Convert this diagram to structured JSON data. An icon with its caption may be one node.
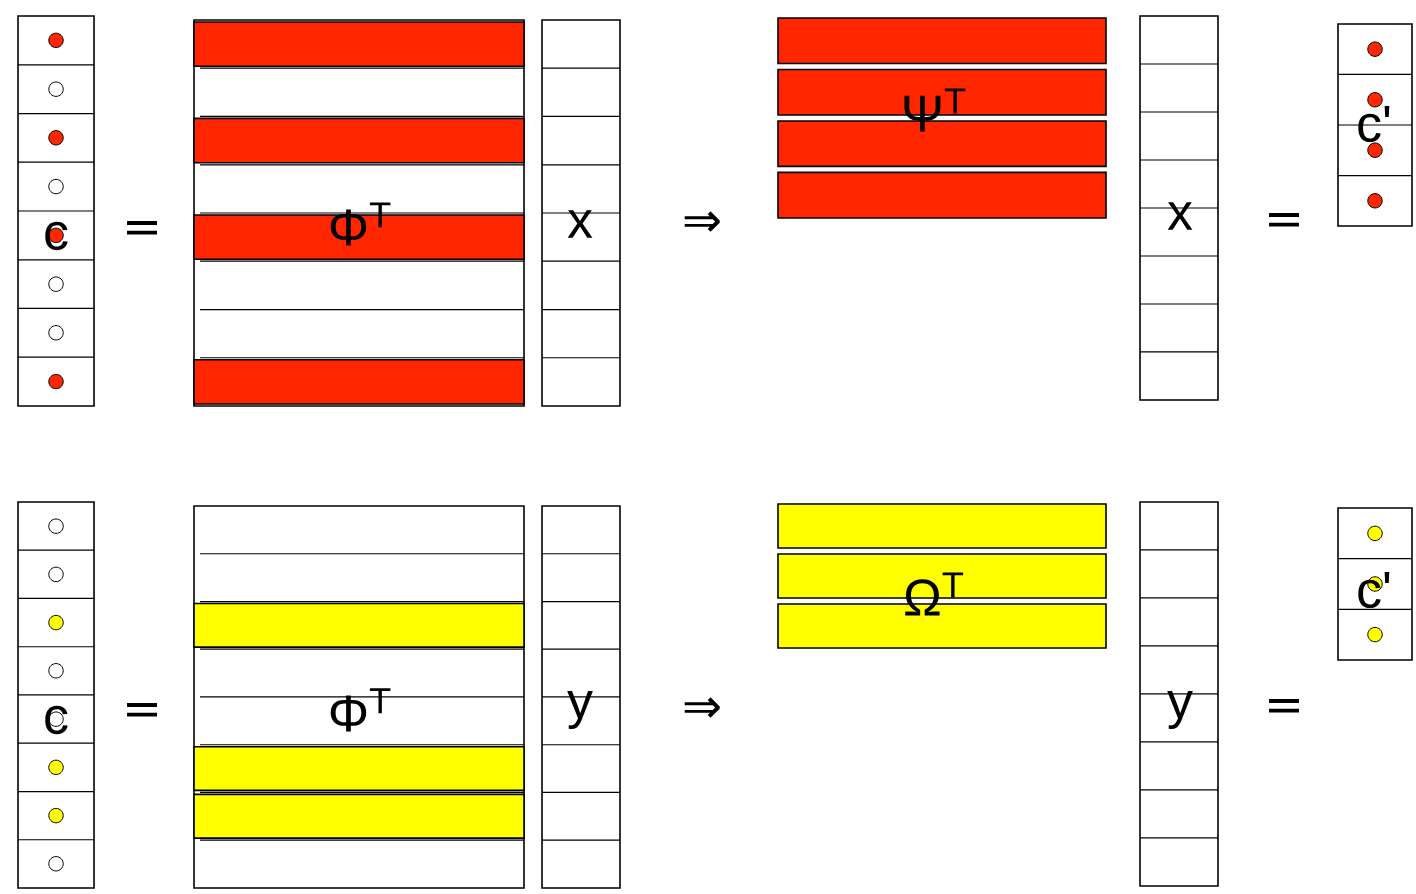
{
  "diagram": {
    "nodes": [
      {
        "text": [
          "c"
        ]
      },
      {
        "text": [
          "Φ$^{T}$"
        ]
      },
      {
        "text": [
          "x"
        ]
      },
      {
        "text": [
          "Ψ$^{T}$"
        ]
      },
      {
        "text": [
          "x"
        ]
      },
      {
        "text": [
          "c'"
        ]
      },
      {
        "text": [
          "c"
        ]
      },
      {
        "text": [
          "Φ$^{T}$"
        ]
      },
      {
        "text": [
          "y"
        ]
      },
      {
        "text": [
          "Ω$^{T}$"
        ]
      },
      {
        "text": [
          "y"
        ]
      },
      {
        "text": [
          "c'"
        ]
      }
    ],
    "labels": [
      "=",
      "⇒",
      "=",
      "=",
      "⇒",
      "="
    ]
  }
}
